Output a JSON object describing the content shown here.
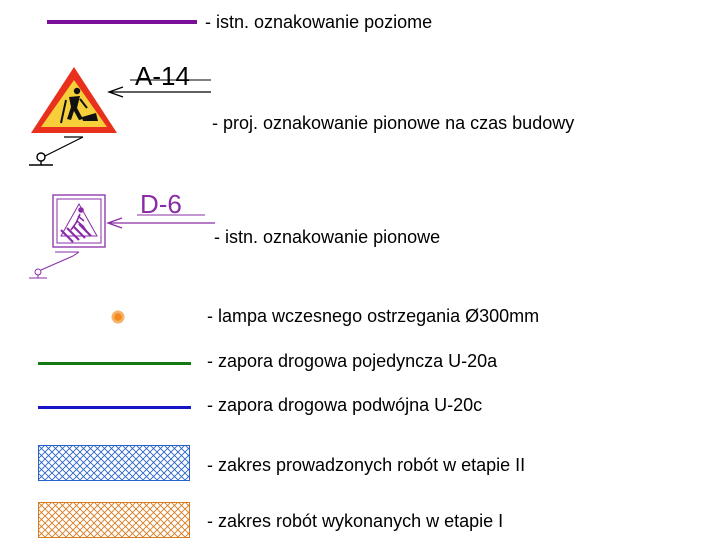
{
  "legend": {
    "items": [
      {
        "id": "existing-horizontal-marking",
        "text": "- istn. oznakowanie poziome",
        "color": "#7a0f9a"
      },
      {
        "id": "temporary-vertical-sign",
        "sign_code": "A-14",
        "text": "- proj. oznakowanie pionowe na czas budowy",
        "color": "#e8301c",
        "fill": "#f6cf3a"
      },
      {
        "id": "existing-vertical-sign",
        "sign_code": "D-6",
        "text": "- istn. oznakowanie pionowe",
        "color": "#8a2ca8"
      },
      {
        "id": "warning-lamp",
        "text": "- lampa wczesnego ostrzegania Ø300mm",
        "color": "#f28a1c"
      },
      {
        "id": "single-barrier",
        "text": "- zapora drogowa pojedyncza U-20a",
        "color": "#137a13"
      },
      {
        "id": "double-barrier",
        "text": "- zapora drogowa podwójna U-20c",
        "color": "#1616c8"
      },
      {
        "id": "works-stage-2",
        "text": "- zakres prowadzonych robót w etapie II",
        "color": "#2a63c8"
      },
      {
        "id": "works-stage-1",
        "text": "- zakres robót wykonanych w etapie I",
        "color": "#d87a1e"
      }
    ]
  }
}
